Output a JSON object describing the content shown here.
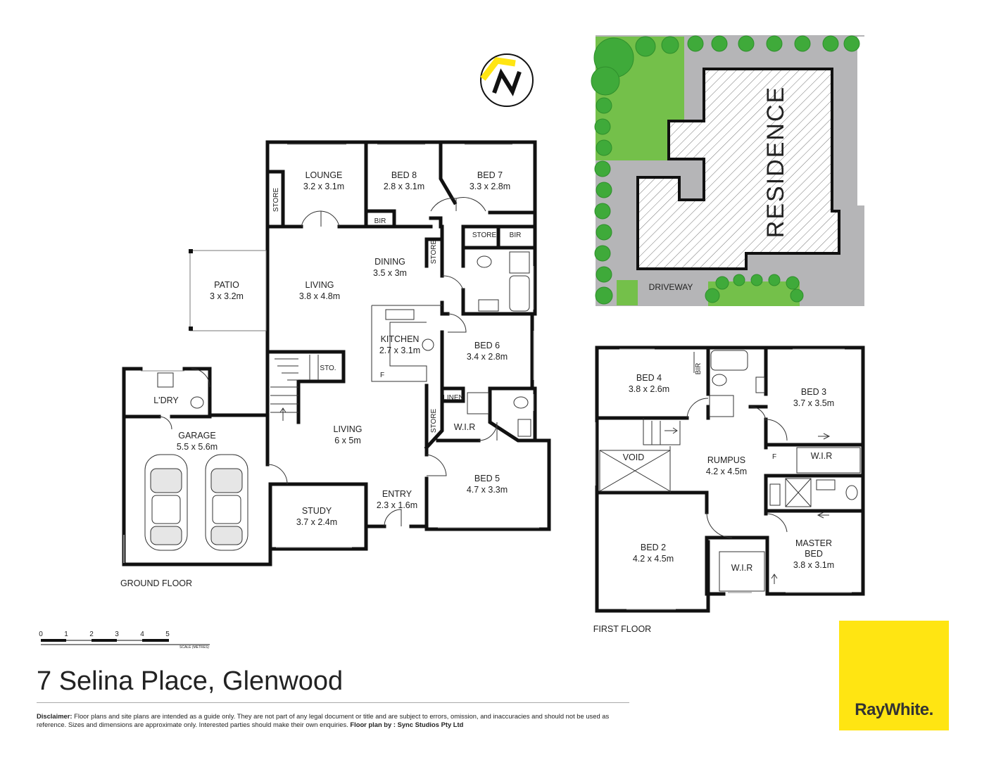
{
  "address": "7 Selina Place, Glenwood",
  "disclaimer": {
    "label": "Disclaimer:",
    "text": "Floor plans and site plans are intended as a guide only. They are not part of any legal document or title and are subject to errors, omission, and inaccuracies and should not be used as reference. Sizes and dimensions are approximate only. Interested parties should make their own enquiries.",
    "credit": "Floor plan by : Sync Studios Pty Ltd"
  },
  "brand": "RayWhite.",
  "colors": {
    "brand_yellow": "#ffe512",
    "lawn": "#74c04a",
    "tree": "#3faa3a",
    "paving": "#b5b5b7"
  },
  "scale": {
    "ticks": [
      "0",
      "1",
      "2",
      "3",
      "4",
      "5"
    ],
    "label": "SCALE (METRES)"
  },
  "site_plan": {
    "residence": "RESIDENCE",
    "driveway": "DRIVEWAY"
  },
  "ground_floor": {
    "caption": "GROUND FLOOR",
    "rooms": {
      "lounge": {
        "name": "LOUNGE",
        "dim": "3.2 x 3.1m"
      },
      "bed8": {
        "name": "BED 8",
        "dim": "2.8 x 3.1m"
      },
      "bed7": {
        "name": "BED 7",
        "dim": "3.3 x 2.8m"
      },
      "patio": {
        "name": "PATIO",
        "dim": "3 x 3.2m"
      },
      "living1": {
        "name": "LIVING",
        "dim": "3.8 x 4.8m"
      },
      "dining": {
        "name": "DINING",
        "dim": "3.5 x 3m"
      },
      "kitchen": {
        "name": "KITCHEN",
        "dim": "2.7 x 3.1m"
      },
      "bed6": {
        "name": "BED 6",
        "dim": "3.4 x 2.8m"
      },
      "laundry": {
        "name": "L'DRY"
      },
      "garage": {
        "name": "GARAGE",
        "dim": "5.5 x 5.6m"
      },
      "living2": {
        "name": "LIVING",
        "dim": "6 x 5m"
      },
      "study": {
        "name": "STUDY",
        "dim": "3.7 x 2.4m"
      },
      "entry": {
        "name": "ENTRY",
        "dim": "2.3 x 1.6m"
      },
      "bed5": {
        "name": "BED 5",
        "dim": "4.7 x 3.3m"
      }
    },
    "small": {
      "store": "STORE",
      "bir": "BIR",
      "sto": "STO.",
      "linen": "LINEN",
      "wir": "W.I.R",
      "fridge": "F"
    }
  },
  "first_floor": {
    "caption": "FIRST FLOOR",
    "rooms": {
      "bed4": {
        "name": "BED 4",
        "dim": "3.8 x 2.6m"
      },
      "bed3": {
        "name": "BED 3",
        "dim": "3.7 x 3.5m"
      },
      "void": {
        "name": "VOID"
      },
      "rumpus": {
        "name": "RUMPUS",
        "dim": "4.2 x 4.5m"
      },
      "wir1": {
        "name": "W.I.R"
      },
      "bed2": {
        "name": "BED 2",
        "dim": "4.2 x 4.5m"
      },
      "wir2": {
        "name": "W.I.R"
      },
      "master": {
        "name": "MASTER",
        "name2": "BED",
        "dim": "3.8 x 3.1m"
      }
    },
    "small": {
      "bir": "BIR",
      "fridge": "F"
    }
  }
}
